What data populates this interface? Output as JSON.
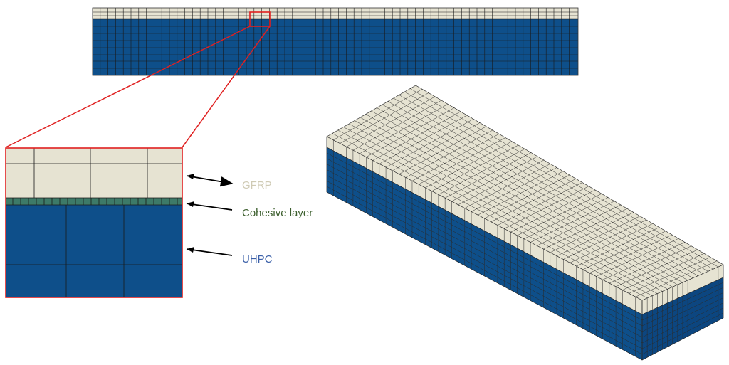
{
  "labels": {
    "gfrp": "GFRP",
    "cohesive": "Cohesive layer",
    "uhpc": "UHPC"
  },
  "colors": {
    "gfrp": "#e6e3d2",
    "gfrp_label": "#cfcab4",
    "cohesive": "#3d7a68",
    "cohesive_label": "#3b5e2c",
    "uhpc": "#0e4f8a",
    "uhpc_side": "#0c4680",
    "uhpc_label": "#3a5fa8",
    "mesh": "#1a1a1a",
    "highlight": "#e02020"
  }
}
